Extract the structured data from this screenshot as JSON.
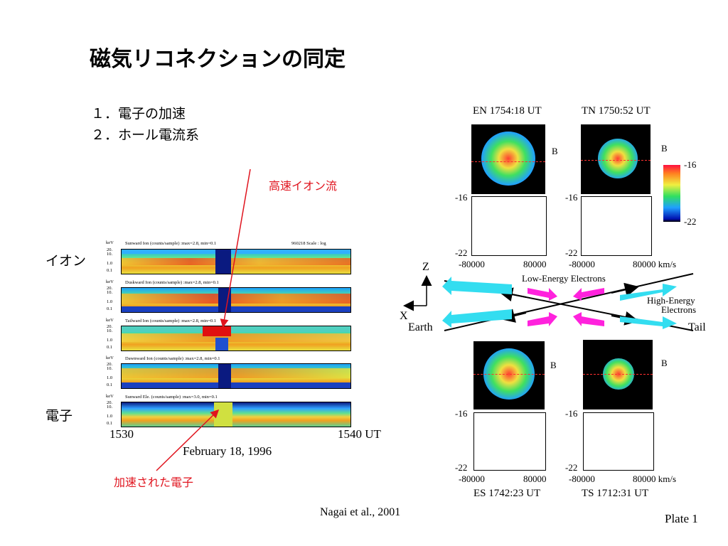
{
  "title": "磁気リコネクションの同定",
  "list": [
    "１．電子の加速",
    "２．ホール電流系"
  ],
  "annotations": {
    "fast_ion_flow": "高速イオン流",
    "accelerated_electrons": "加速された電子"
  },
  "side_labels": {
    "ion": "イオン",
    "electron": "電子"
  },
  "spectrogram": {
    "panels": [
      {
        "unit": "keV",
        "title": "Sunward Ion (counts/sample) :max=2.8, min=0.1",
        "extra": "960218      Scale : log"
      },
      {
        "unit": "keV",
        "title": "Duskward Ion (counts/sample) :max=2.8, min=0.1",
        "extra": ""
      },
      {
        "unit": "keV",
        "title": "Tailward Ion (counts/sample) :max=2.8, min=0.1",
        "extra": ""
      },
      {
        "unit": "keV",
        "title": "Dawnward Ion (counts/sample) :max=2.8, min=0.1",
        "extra": ""
      },
      {
        "unit": "keV",
        "title": "Sunward Ele. (counts/sample) :max=3.0, min=0.1",
        "extra": ""
      }
    ],
    "yticks": [
      "20.",
      "10.",
      "1.0",
      "0.1"
    ],
    "x_start": "1530",
    "x_end": "1540 UT",
    "date": "February 18, 1996"
  },
  "plate": {
    "top_left_label": "EN  1754:18 UT",
    "top_right_label": "TN 1750:52 UT",
    "bottom_left_label": "ES  1742:23 UT",
    "bottom_right_label": "TS  1712:31 UT",
    "b_label": "B",
    "y_low": "-22",
    "y_mid": "-16",
    "x_left": "-80000",
    "x_right": "80000",
    "x_right_unit": "80000 km/s",
    "colorbar_max": "-16",
    "colorbar_min": "-22",
    "z_label": "Z",
    "x_label": "X",
    "earth_label": "Earth",
    "tail_label": "Tail",
    "low_energy": "Low-Energy Electrons",
    "high_energy_1": "High-Energy",
    "high_energy_2": "Electrons",
    "plate_label": "Plate 1"
  },
  "citation": "Nagai et al., 2001",
  "colors": {
    "annotation_red": "#e0141e",
    "cyan_arrow": "#33ddf0",
    "magenta_arrow": "#ff22dd"
  }
}
